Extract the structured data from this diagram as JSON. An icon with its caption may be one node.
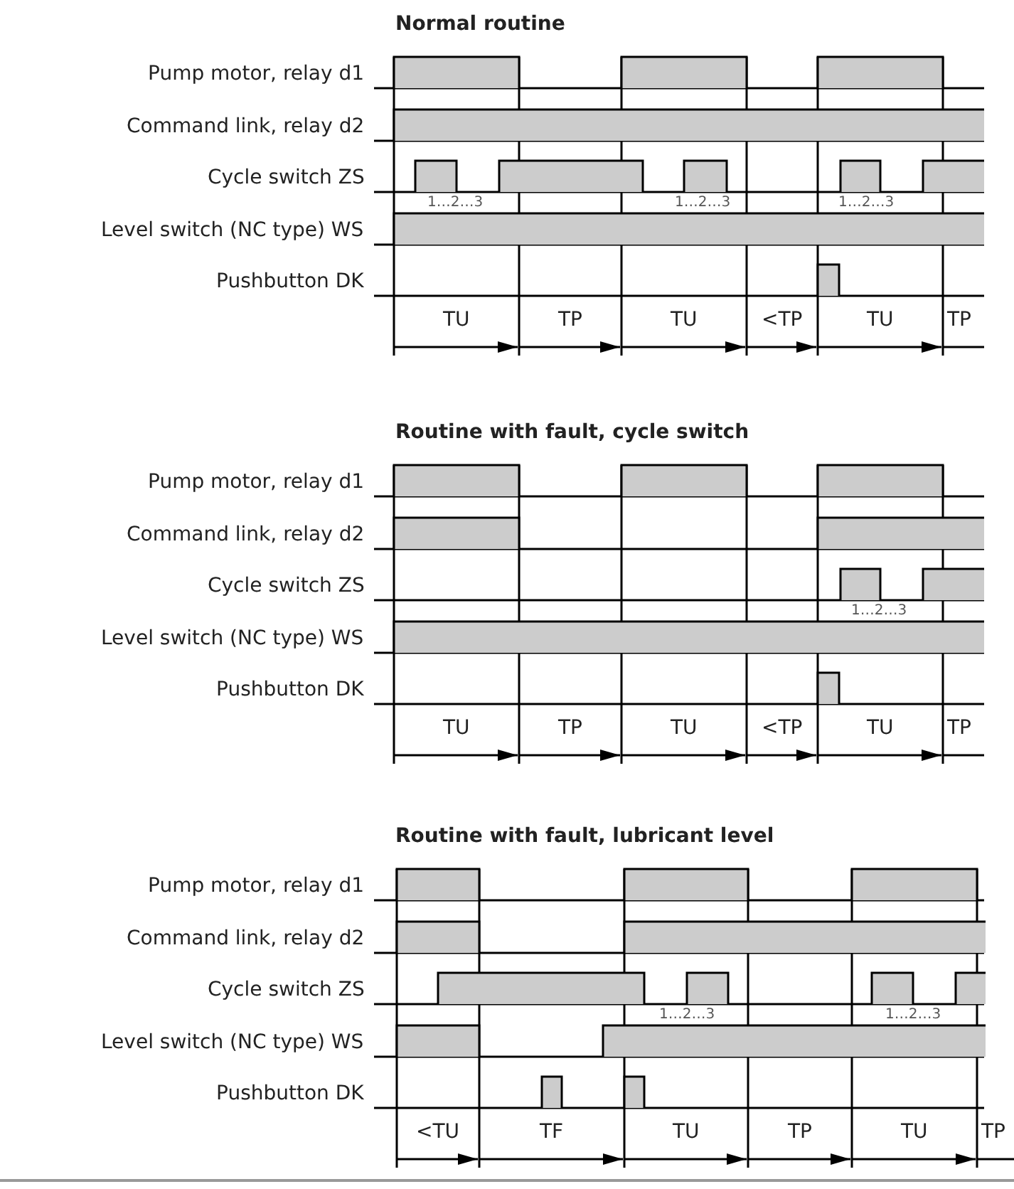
{
  "diagram": {
    "labels": [
      "Normal routine",
      "Pump motor, relay d1",
      "Command link, relay d2",
      "Cycle switch ZS",
      "1…2…3",
      "1…2…3",
      "1…2…3",
      "Level switch (NC type) WS",
      "Pushbutton DK",
      "TU",
      "TP",
      "TU",
      "<TP",
      "TU",
      "TP",
      "Routine with fault, cycle switch",
      "Pump motor, relay d1",
      "Command link, relay d2",
      "Cycle switch ZS",
      "1…2…3",
      "Level switch (NC type) WS",
      "Pushbutton DK",
      "TU",
      "TP",
      "TU",
      "<TP",
      "TU",
      "TP",
      "Routine with fault, lubricant level",
      "Pump motor, relay d1",
      "Command link, relay d2",
      "Cycle switch ZS",
      "1…2…3",
      "1…2…3",
      "Level switch (NC type) WS",
      "Pushbutton DK",
      "<TU",
      "TF",
      "TU",
      "TP",
      "TU",
      "TP"
    ]
  }
}
